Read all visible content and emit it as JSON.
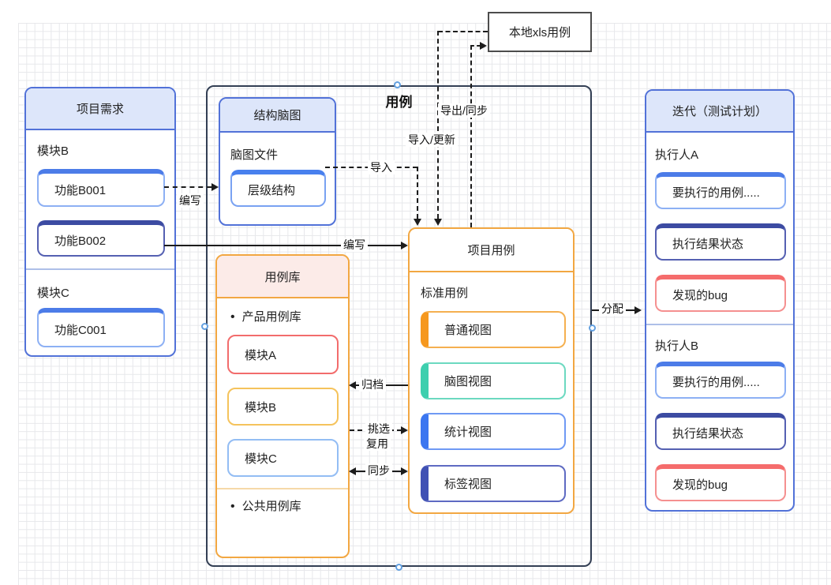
{
  "canvas": {
    "grid_color": "#e7e8eb",
    "container": {
      "title": "用例",
      "border_color": "#333f54"
    },
    "accent_colors": {
      "blue_header_fill": "#dde6fa",
      "blue_border": "#5272d8",
      "pink_header_fill": "#fcebe8",
      "orange_border": "#f2a742",
      "card_blue": "#4c7ce8",
      "card_indigo": "#3c4ba2",
      "card_red": "#f56c6c",
      "module_a_red": "#f26c6c",
      "module_b_amber": "#f5c35c",
      "module_c_lightblue": "#93bdf4"
    }
  },
  "xls_box": {
    "label": "本地xls用例"
  },
  "requirements": {
    "title": "项目需求",
    "sections": [
      {
        "label": "模块B",
        "items": [
          {
            "label": "功能B001",
            "style": "blue"
          },
          {
            "label": "功能B002",
            "style": "indigo"
          }
        ]
      },
      {
        "label": "模块C",
        "items": [
          {
            "label": "功能C001",
            "style": "blue"
          }
        ]
      }
    ]
  },
  "mindmap": {
    "title": "结构脑图",
    "file_label": "脑图文件",
    "item": "层级结构"
  },
  "library": {
    "title": "用例库",
    "bullet_product": "产品用例库",
    "modules": [
      {
        "label": "模块A",
        "color": "#f26c6c"
      },
      {
        "label": "模块B",
        "color": "#f5c35c"
      },
      {
        "label": "模块C",
        "color": "#93bdf4"
      }
    ],
    "bullet_public": "公共用例库"
  },
  "project_cases": {
    "title": "项目用例",
    "subtitle": "标准用例",
    "views": [
      {
        "label": "普通视图",
        "color": "#f6981e"
      },
      {
        "label": "脑图视图",
        "color": "#3dcfae"
      },
      {
        "label": "统计视图",
        "color": "#3b76f0"
      },
      {
        "label": "标签视图",
        "color": "#4051b4"
      }
    ]
  },
  "iteration": {
    "title": "迭代（测试计划）",
    "executors": [
      {
        "label": "执行人A",
        "items": [
          {
            "label": "要执行的用例.....",
            "style": "blue"
          },
          {
            "label": "执行结果状态",
            "style": "indigo"
          },
          {
            "label": "发现的bug",
            "style": "red"
          }
        ]
      },
      {
        "label": "执行人B",
        "items": [
          {
            "label": "要执行的用例.....",
            "style": "blue"
          },
          {
            "label": "执行结果状态",
            "style": "indigo"
          },
          {
            "label": "发现的bug",
            "style": "red"
          }
        ]
      }
    ]
  },
  "edges": {
    "write_dashed": "编写",
    "write_solid": "编写",
    "import": "导入",
    "import_update": "导入/更新",
    "export_sync": "导出/同步",
    "archive": "归档",
    "pick": "挑选",
    "reuse": "复用",
    "sync": "同步",
    "assign": "分配"
  }
}
